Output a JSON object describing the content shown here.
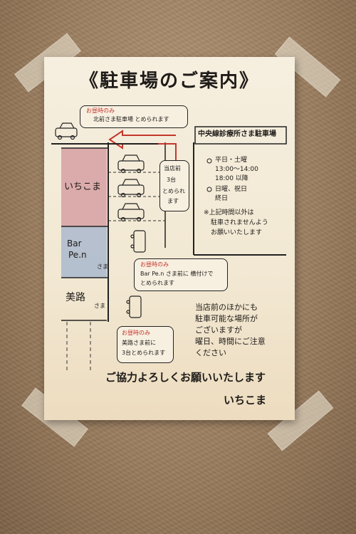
{
  "poster": {
    "title": "《駐車場のご案内》",
    "bubble_top": {
      "line1": "お昼時のみ",
      "line2": "北前さま駐車場 とめられます"
    },
    "bubble_front": {
      "line1": "当店前",
      "line2": "3台",
      "line3": "とめられ",
      "line4": "ます"
    },
    "right_header": "中央線診療所さま駐車場",
    "schedule": {
      "weekday_label": "平日・土曜",
      "weekday_time1": "13:00〜14:00",
      "weekday_time2": "18:00 以降",
      "holiday_label": "日曜、祝日",
      "holiday_time": "終日",
      "note1": "※上記時間以外は",
      "note2": "駐車されませんよう",
      "note3": "お願いいたします"
    },
    "stores": {
      "ichikoma": "いちこま",
      "bar_pen_line1": "Bar",
      "bar_pen_line2": "Pe.n",
      "bar_pen_sama": "さま",
      "miji": "美路",
      "miji_sama": "さま"
    },
    "bubble_barpen": {
      "line1": "お昼時のみ",
      "line2": "Bar Pe.n さま前に 横付けで",
      "line3": "とめられます"
    },
    "bubble_miji": {
      "line1": "お昼時のみ",
      "line2": "美路さま前に",
      "line3": "3台とめられます"
    },
    "other_parking": {
      "line1": "当店前のほかにも",
      "line2": "駐車可能な場所が",
      "line3": "ございますが",
      "line4": "曜日、時間にご注意",
      "line5": "ください"
    },
    "closing": "ご協力よろしくお願いいたします",
    "signature": "いちこま",
    "colors": {
      "ichikoma_fill": "#d6a0a3",
      "barpen_fill": "#aab8cc",
      "arrow_red": "#c4362d"
    }
  }
}
